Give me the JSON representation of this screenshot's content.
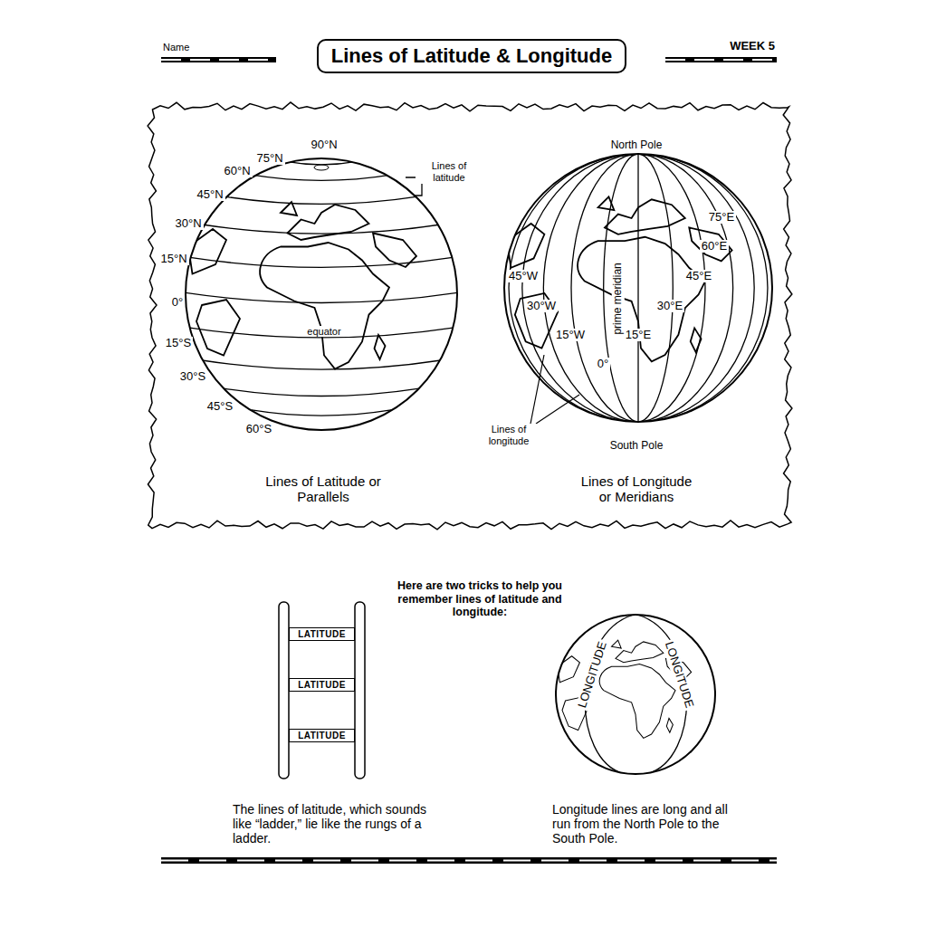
{
  "diagram": {
    "title": "Lines of Latitude & Longitude",
    "nodes": [
      {
        "text": [
          "LATITUDE"
        ]
      },
      {
        "text": [
          "LATITUDE"
        ]
      },
      {
        "text": [
          "LATITUDE"
        ]
      }
    ],
    "labels": [
      "Name",
      "WEEK 5",
      "90°N",
      "75°N",
      "60°N",
      "45°N",
      "30°N",
      "15°N",
      "0°",
      "15°S",
      "30°S",
      "45°S",
      "60°S",
      "Lines of latitude",
      "equator",
      "Lines of Latitude or Parallels",
      "North Pole",
      "75°E",
      "60°E",
      "45°E",
      "30°E",
      "15°E",
      "0°",
      "15°W",
      "30°W",
      "45°W",
      "prime meridian",
      "Lines of longitude",
      "South Pole",
      "Lines of Longitude or Meridians",
      "Here are two tricks to help you remember lines of latitude and longitude:",
      "The lines of latitude, which sounds like “ladder,” lie like the rungs of a ladder.",
      "Longitude lines are long and all run from the North Pole to the South Pole.",
      "LONGITUDE",
      "LONGITUDE"
    ]
  }
}
